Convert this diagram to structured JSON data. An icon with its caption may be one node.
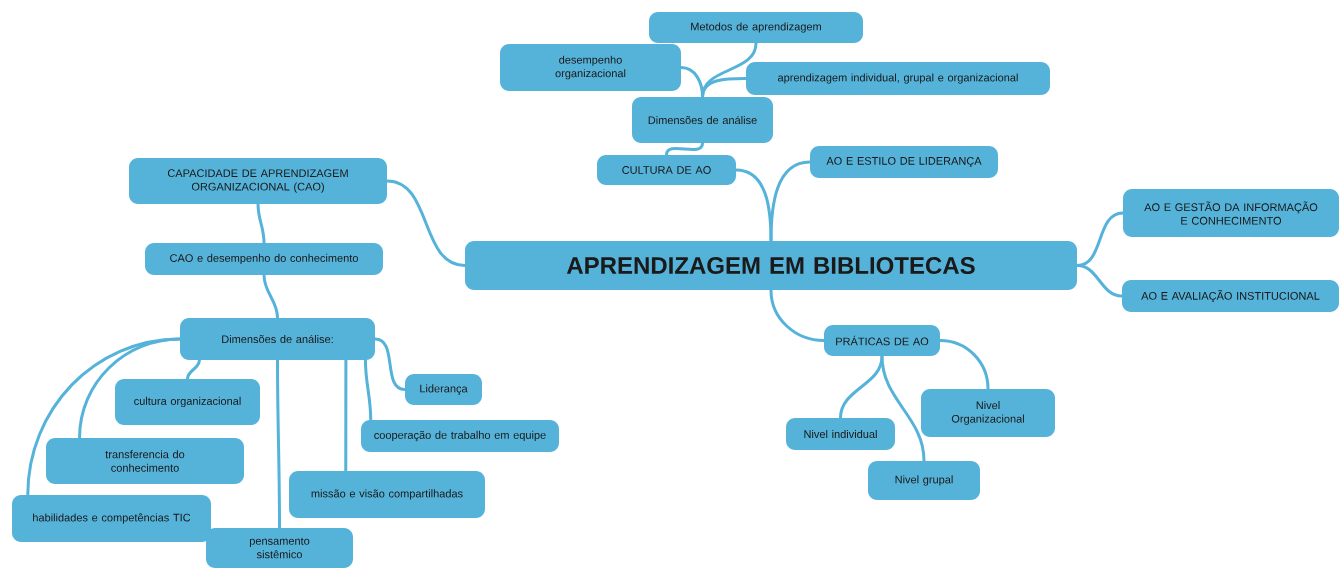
{
  "diagram": {
    "nodes": [
      {
        "text": [
          "APRENDIZAGEM EM BIBLIOTECAS"
        ]
      },
      {
        "text": [
          "CULTURA DE AO"
        ]
      },
      {
        "text": [
          "Dimensões de análise"
        ]
      },
      {
        "text": [
          "desempenho organizacional"
        ]
      },
      {
        "text": [
          "Metodos de aprendizagem"
        ]
      },
      {
        "text": [
          "aprendizagem individual, grupal e organizacional"
        ]
      },
      {
        "text": [
          "AO E ESTILO DE LIDERANÇA"
        ]
      },
      {
        "text": [
          "AO E GESTÃO DA INFORMAÇÃO E CONHECIMENTO"
        ]
      },
      {
        "text": [
          "AO E AVALIAÇÃO INSTITUCIONAL"
        ]
      },
      {
        "text": [
          "PRÁTICAS DE AO"
        ]
      },
      {
        "text": [
          "Nivel Organizacional"
        ]
      },
      {
        "text": [
          "Nivel individual"
        ]
      },
      {
        "text": [
          "Nivel grupal"
        ]
      },
      {
        "text": [
          "CAPACIDADE DE APRENDIZAGEM ORGANIZACIONAL (CAO)"
        ]
      },
      {
        "text": [
          "CAO e desempenho do conhecimento"
        ]
      },
      {
        "text": [
          "Dimensões de análise:"
        ]
      },
      {
        "text": [
          "cultura organizacional"
        ]
      },
      {
        "text": [
          "transferencia do conhecimento"
        ]
      },
      {
        "text": [
          "habilidades e competências TIC"
        ]
      },
      {
        "text": [
          "pensamento sistêmico"
        ]
      },
      {
        "text": [
          "Liderança"
        ]
      },
      {
        "text": [
          "cooperação de trabalho em equipe"
        ]
      },
      {
        "text": [
          "missão e visão compartilhadas"
        ]
      }
    ],
    "edges": [
      {
        "from": 0,
        "to": 1,
        "arrow": "none"
      },
      {
        "from": 1,
        "to": 2,
        "arrow": "none"
      },
      {
        "from": 2,
        "to": 3,
        "arrow": "none"
      },
      {
        "from": 2,
        "to": 4,
        "arrow": "none"
      },
      {
        "from": 2,
        "to": 5,
        "arrow": "none"
      },
      {
        "from": 0,
        "to": 6,
        "arrow": "none"
      },
      {
        "from": 0,
        "to": 7,
        "arrow": "none"
      },
      {
        "from": 0,
        "to": 8,
        "arrow": "none"
      },
      {
        "from": 0,
        "to": 9,
        "arrow": "none"
      },
      {
        "from": 9,
        "to": 10,
        "arrow": "none"
      },
      {
        "from": 9,
        "to": 11,
        "arrow": "none"
      },
      {
        "from": 9,
        "to": 12,
        "arrow": "none"
      },
      {
        "from": 0,
        "to": 13,
        "arrow": "none"
      },
      {
        "from": 13,
        "to": 14,
        "arrow": "none"
      },
      {
        "from": 14,
        "to": 15,
        "arrow": "none"
      },
      {
        "from": 15,
        "to": 16,
        "arrow": "none"
      },
      {
        "from": 15,
        "to": 17,
        "arrow": "none"
      },
      {
        "from": 15,
        "to": 18,
        "arrow": "none"
      },
      {
        "from": 15,
        "to": 19,
        "arrow": "none"
      },
      {
        "from": 15,
        "to": 20,
        "arrow": "none"
      },
      {
        "from": 15,
        "to": 21,
        "arrow": "none"
      },
      {
        "from": 15,
        "to": 22,
        "arrow": "none"
      }
    ]
  }
}
